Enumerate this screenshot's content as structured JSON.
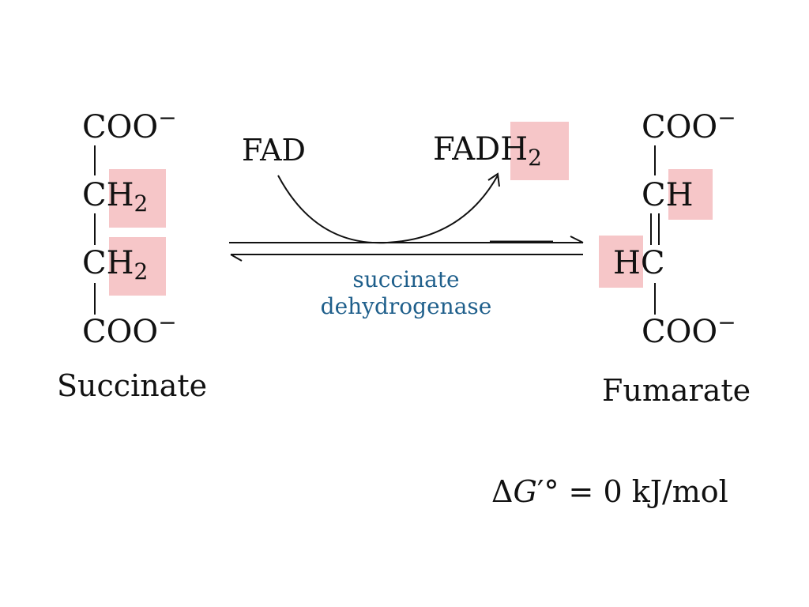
{
  "succinate": {
    "lines": [
      "COO",
      "CH",
      "CH",
      "COO"
    ],
    "sub": "2",
    "charge": "−",
    "name": "Succinate"
  },
  "fumarate": {
    "top": "COO",
    "ch_c": "C",
    "ch_h": "H",
    "hc_h": "H",
    "hc_c": "C",
    "bottom": "COO",
    "charge": "−",
    "name": "Fumarate"
  },
  "cofactor": {
    "reactant": "FAD",
    "product_base": "FAD",
    "product_h": "H",
    "product_sub": "2"
  },
  "enzyme": {
    "line1": "succinate",
    "line2": "dehydrogenase"
  },
  "free_energy": {
    "delta": "Δ",
    "symbol": "G",
    "prime_degree": "′°",
    "rest": " = 0 kJ/mol"
  },
  "colors": {
    "highlight": "#f6c6c8",
    "enzyme_text": "#1f5f8b",
    "ink": "#111111"
  }
}
